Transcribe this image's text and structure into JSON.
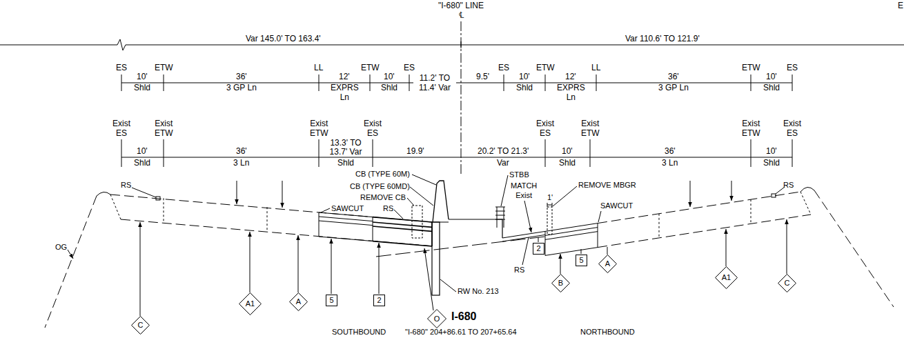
{
  "diagram": {
    "nodes": [
      {
        "text": [
          "C"
        ]
      },
      {
        "text": [
          "A1"
        ]
      },
      {
        "text": [
          "A"
        ]
      },
      {
        "text": [
          "5"
        ]
      },
      {
        "text": [
          "2"
        ]
      },
      {
        "text": [
          "O"
        ]
      },
      {
        "text": [
          "2"
        ]
      },
      {
        "text": [
          "5"
        ]
      },
      {
        "text": [
          "B"
        ]
      },
      {
        "text": [
          "A"
        ]
      },
      {
        "text": [
          "A1"
        ]
      },
      {
        "text": [
          "C"
        ]
      }
    ],
    "labels": [
      "\"I-680\" LINE",
      "℄",
      "E",
      "Var 145.0' TO 163.4'",
      "Var 110.6' TO 121.9'",
      "ES",
      "ETW",
      "LL",
      "ETW",
      "ES",
      "ES",
      "ETW",
      "LL",
      "ETW",
      "ES",
      "10'",
      "Shld",
      "36'",
      "3 GP Ln",
      "12'",
      "EXPRS Ln",
      "10'",
      "Shld",
      "11.2' TO 11.4' Var",
      "9.5'",
      "10'",
      "Shld",
      "12'",
      "EXPRS Ln",
      "36'",
      "3 GP Ln",
      "10'",
      "Shld",
      "Exist ES",
      "Exist ETW",
      "Exist ETW",
      "Exist ES",
      "Exist ES",
      "Exist ETW",
      "Exist ETW",
      "Exist ES",
      "10'",
      "Shld",
      "36'",
      "3 Ln",
      "13.3' TO 13.7' Var",
      "Shld",
      "19.9'",
      "20.2' TO 21.3'",
      "Var",
      "10'",
      "Shld",
      "36'",
      "3 Ln",
      "10'",
      "Shld",
      "CB (TYPE 60M)",
      "CB (TYPE 60MD)",
      "REMOVE CB",
      "RS",
      "SAWCUT",
      "RS",
      "OG",
      "STBB",
      "MATCH Exist",
      "1'",
      "REMOVE MBGR",
      "SAWCUT",
      "RS",
      "RS",
      "RW No. 213",
      "I-680",
      "SOUTHBOUND",
      "\"I-680\" 204+86.61 TO 207+65.64",
      "NORTHBOUND"
    ]
  }
}
